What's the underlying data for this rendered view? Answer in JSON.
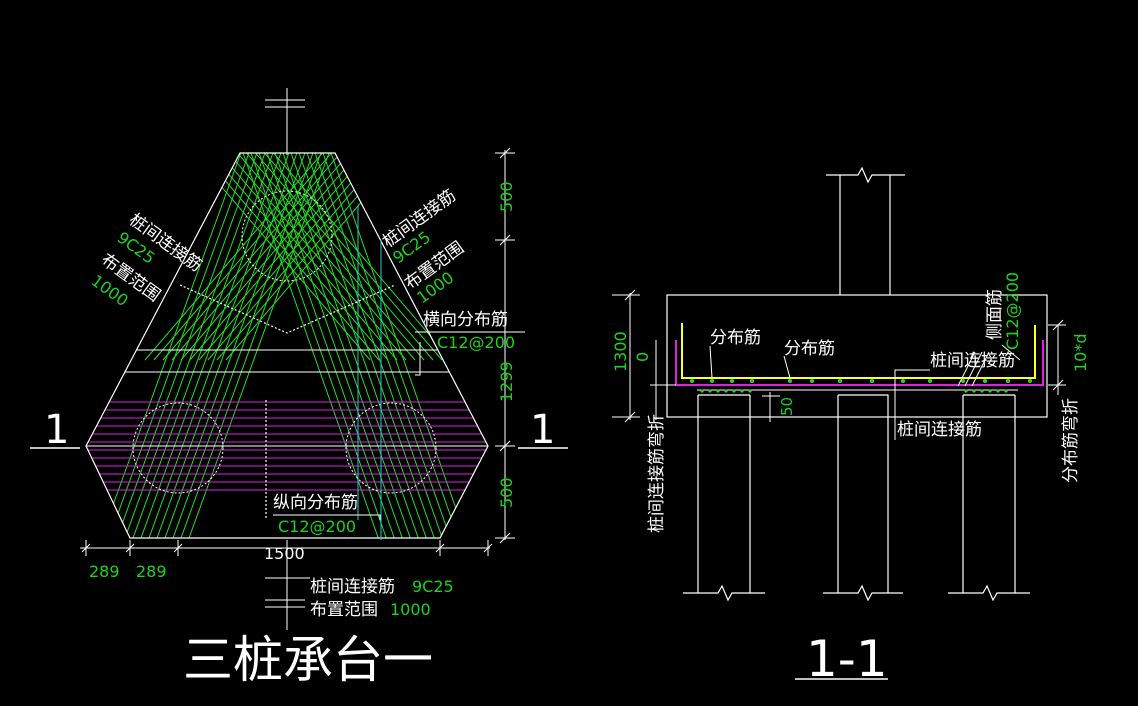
{
  "plan": {
    "title": "三桩承台一",
    "section_mark_left": "1",
    "section_mark_right": "1",
    "label_conn_left": "桩间连接筋",
    "value_conn_left": "9C25",
    "label_range_left": "布置范围",
    "value_range_left": "1000",
    "label_conn_right": "桩间连接筋",
    "value_conn_right": "9C25",
    "label_range_right": "布置范围",
    "value_range_right": "1000",
    "label_transverse": "横向分布筋",
    "value_transverse": "C12@200",
    "label_longitudinal": "纵向分布筋",
    "value_longitudinal": "C12@200",
    "label_conn_bottom": "桩间连接筋",
    "value_conn_bottom": "9C25",
    "label_range_bottom": "布置范围",
    "value_range_bottom": "1000",
    "dim_top": "500",
    "dim_mid": "1299",
    "dim_bot": "500",
    "dim_width": "1500",
    "dim_left1": "289",
    "dim_left2": "289"
  },
  "section": {
    "title": "1-1",
    "dim_height": "1300",
    "dim_zero": "0",
    "dim_cover": "50",
    "dim_hook": "10*d",
    "label_dist1": "分布筋",
    "label_dist2": "分布筋",
    "label_side": "侧面筋",
    "value_side": "C12@200",
    "label_conn_top": "桩间连接筋",
    "label_conn_mid": "桩间连接筋",
    "label_conn_bend": "桩间连接筋弯折",
    "label_dist_bend": "分布筋弯折"
  },
  "colors": {
    "background": "#000000",
    "outline": "#ffffff",
    "rebar_conn": "#22dd22",
    "dimension": "#1bd41b",
    "rebar_dist": "#dd22dd",
    "rebar_side": "#ffff22",
    "axis": "#22cccc"
  }
}
